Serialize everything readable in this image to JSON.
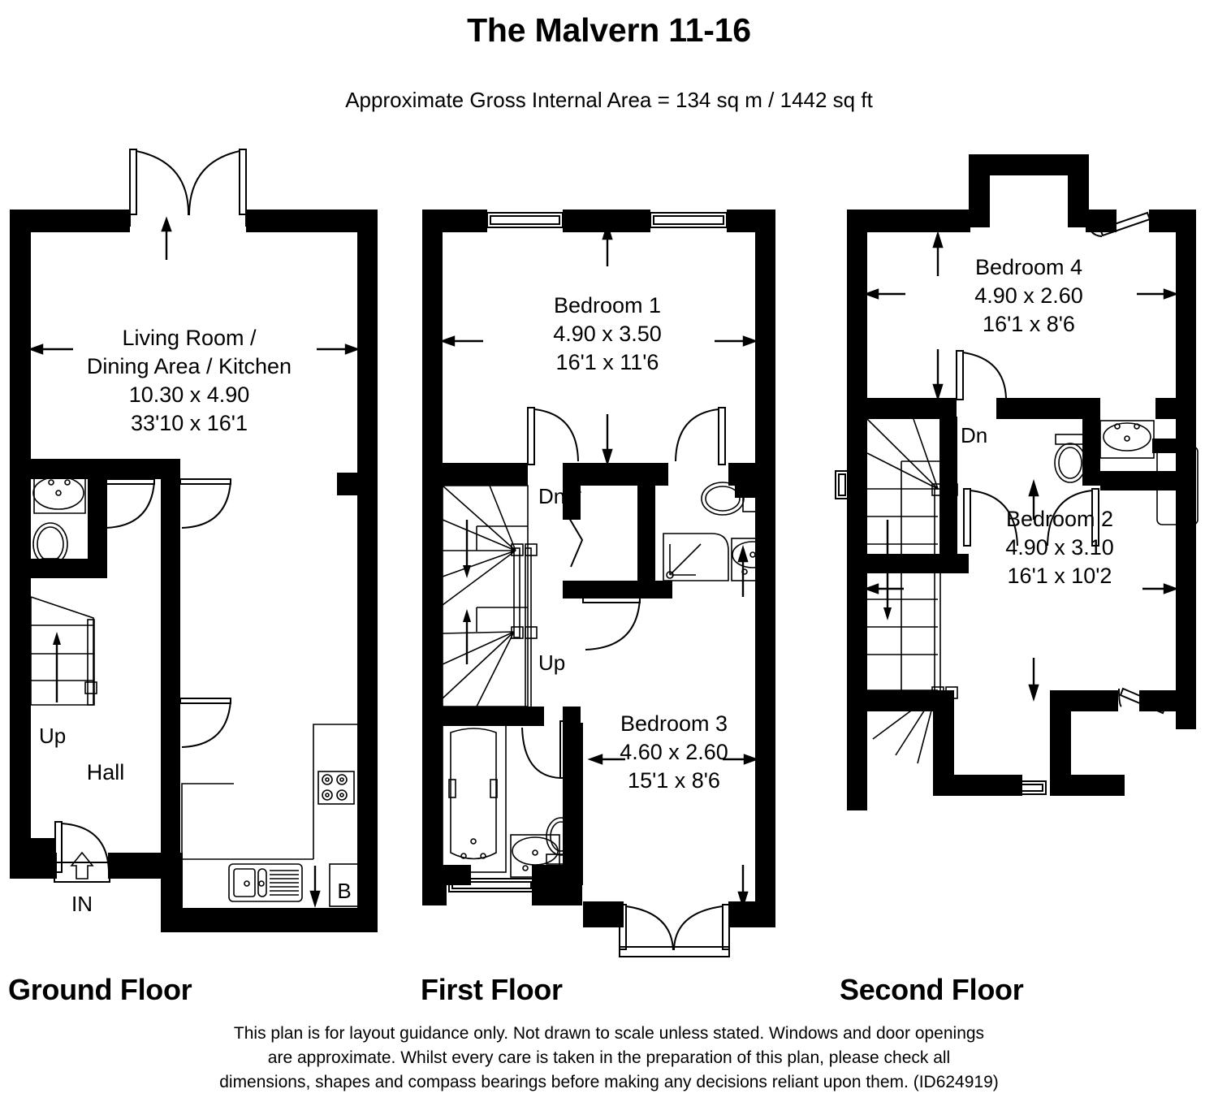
{
  "header": {
    "title": "The Malvern 11-16",
    "area_note": "Approximate Gross Internal Area = 134 sq m / 1442 sq ft"
  },
  "floors": [
    {
      "id": "ground",
      "label": "Ground Floor",
      "rooms": [
        {
          "name": "Living Room /",
          "name2": "Dining Area / Kitchen",
          "dim_m": "10.30 x 4.90",
          "dim_ft": "33'10 x 16'1"
        },
        {
          "name": "Hall",
          "name2": "",
          "dim_m": "",
          "dim_ft": ""
        }
      ],
      "markers": [
        {
          "text": "Up"
        },
        {
          "text": "IN"
        },
        {
          "text": "B"
        }
      ]
    },
    {
      "id": "first",
      "label": "First Floor",
      "rooms": [
        {
          "name": "Bedroom 1",
          "name2": "",
          "dim_m": "4.90 x 3.50",
          "dim_ft": "16'1 x 11'6"
        },
        {
          "name": "Bedroom 3",
          "name2": "",
          "dim_m": "4.60 x 2.60",
          "dim_ft": "15'1 x 8'6"
        }
      ],
      "markers": [
        {
          "text": "Dn"
        },
        {
          "text": "Up"
        }
      ]
    },
    {
      "id": "second",
      "label": "Second Floor",
      "rooms": [
        {
          "name": "Bedroom 4",
          "name2": "",
          "dim_m": "4.90 x 2.60",
          "dim_ft": "16'1 x 8'6"
        },
        {
          "name": "Bedroom 2",
          "name2": "",
          "dim_m": "4.90 x 3.10",
          "dim_ft": "16'1 x 10'2"
        }
      ],
      "markers": [
        {
          "text": "Dn"
        }
      ]
    }
  ],
  "disclaimer": {
    "line1": "This plan is for layout guidance only. Not drawn to scale unless stated. Windows and door openings",
    "line2": "are approximate. Whilst every care is taken in the preparation of this plan, please check all",
    "line3": "dimensions, shapes and compass bearings before making any decisions reliant upon them. (ID624919)"
  },
  "colors": {
    "wall": "#000000",
    "background": "#ffffff",
    "fixture_outline": "#000000"
  }
}
